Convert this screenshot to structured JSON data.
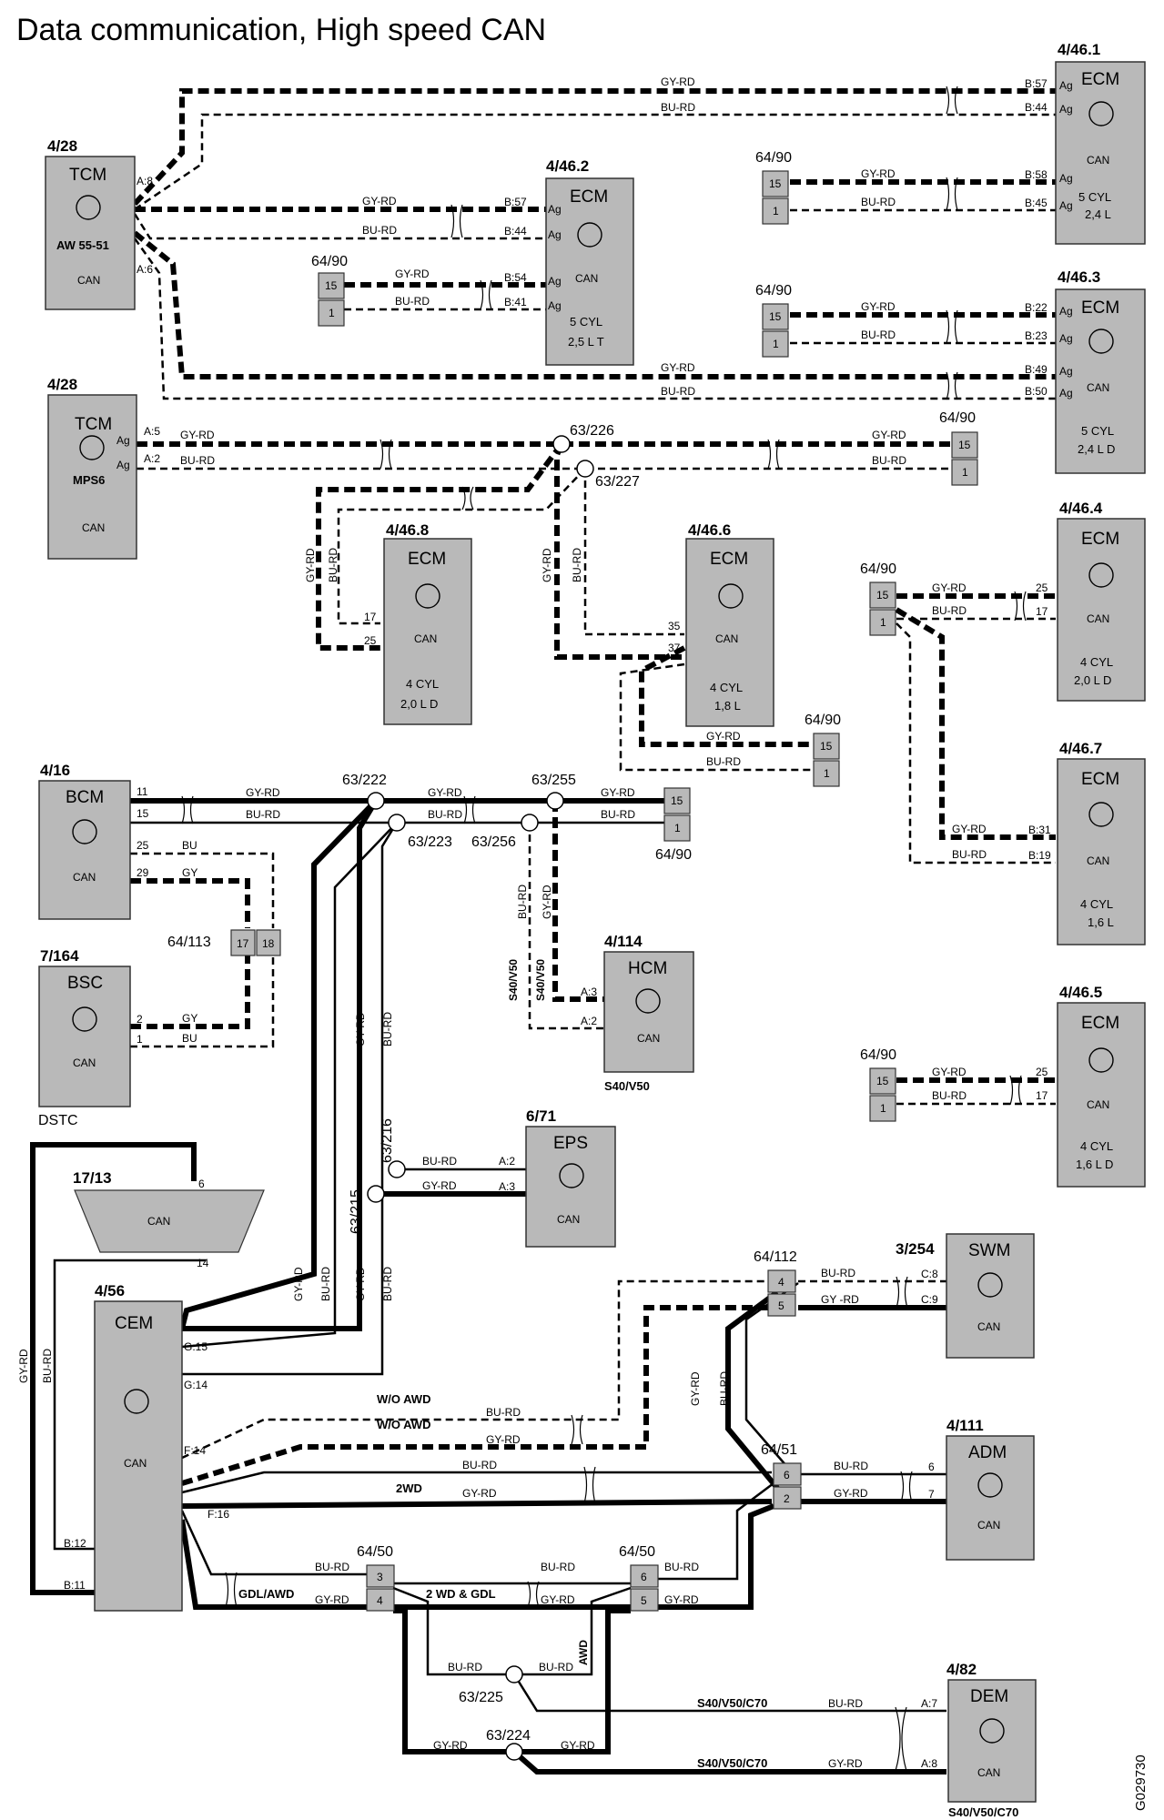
{
  "title": "Data communication, High speed CAN",
  "figure_id": "G029730",
  "can_label": "CAN",
  "ag": "Ag",
  "modules": {
    "ecm_4461": {
      "ref": "4/46.1",
      "name": "ECM",
      "l1": "5 CYL",
      "l2": "2,4 L"
    },
    "tcm_428a": {
      "ref": "4/28",
      "name": "TCM",
      "l1": "AW 55-51"
    },
    "ecm_4462": {
      "ref": "4/46.2",
      "name": "ECM",
      "l1": "5 CYL",
      "l2": "2,5 L T"
    },
    "ecm_4463": {
      "ref": "4/46.3",
      "name": "ECM",
      "l1": "5 CYL",
      "l2": "2,4 L D"
    },
    "tcm_428b": {
      "ref": "4/28",
      "name": "TCM",
      "l1": "MPS6"
    },
    "ecm_4468": {
      "ref": "4/46.8",
      "name": "ECM",
      "l1": "4 CYL",
      "l2": "2,0 L D"
    },
    "ecm_4466": {
      "ref": "4/46.6",
      "name": "ECM",
      "l1": "4 CYL",
      "l2": "1,8 L"
    },
    "ecm_4464": {
      "ref": "4/46.4",
      "name": "ECM",
      "l1": "4 CYL",
      "l2": "2,0 L D"
    },
    "ecm_4467": {
      "ref": "4/46.7",
      "name": "ECM",
      "l1": "4 CYL",
      "l2": "1,6 L"
    },
    "ecm_4465": {
      "ref": "4/46.5",
      "name": "ECM",
      "l1": "4 CYL",
      "l2": "1,6 L D"
    },
    "bcm": {
      "ref": "4/16",
      "name": "BCM"
    },
    "bsc": {
      "ref": "7/164",
      "name": "BSC",
      "l1": "DSTC"
    },
    "hcm": {
      "ref": "4/114",
      "name": "HCM",
      "l1": "S40/V50"
    },
    "eps": {
      "ref": "6/71",
      "name": "EPS"
    },
    "dlc": {
      "ref": "17/13"
    },
    "cem": {
      "ref": "4/56",
      "name": "CEM"
    },
    "swm": {
      "ref": "3/254",
      "name": "SWM"
    },
    "adm": {
      "ref": "4/111",
      "name": "ADM"
    },
    "dem": {
      "ref": "4/82",
      "name": "DEM",
      "l1": "S40/V50/C70"
    }
  },
  "connectors": {
    "c6490": "64/90",
    "c64113": "64/113",
    "c64112": "64/112",
    "c6451": "64/51",
    "c6450": "64/50"
  },
  "splices": {
    "s226": "63/226",
    "s227": "63/227",
    "s222": "63/222",
    "s223": "63/223",
    "s255": "63/255",
    "s256": "63/256",
    "s216": "63/216",
    "s215": "63/215",
    "s225": "63/225",
    "s224": "63/224"
  },
  "wires": {
    "gyrd": "GY-RD",
    "burd": "BU-RD",
    "bu": "BU",
    "gy": "GY",
    "gy_rd_sp": "GY  -RD"
  },
  "pins": {
    "b57": "B:57",
    "b44": "B:44",
    "b58": "B:58",
    "b45": "B:45",
    "b54": "B:54",
    "b41": "B:41",
    "b22": "B:22",
    "b23": "B:23",
    "b49": "B:49",
    "b50": "B:50",
    "b31": "B:31",
    "b19": "B:19",
    "a8": "A:8",
    "a6": "A:6",
    "a5": "A:5",
    "a2": "A:2",
    "a3": "A:3",
    "a7": "A:7",
    "c8": "C:8",
    "c9": "C:9",
    "g15": "G:15",
    "g14": "G:14",
    "f14": "F:14",
    "f16": "F:16",
    "b12": "B:12",
    "b11": "B:11",
    "n15": "15",
    "n1": "1",
    "n17": "17",
    "n25": "25",
    "n35": "35",
    "n37": "37",
    "n11": "11",
    "n29": "29",
    "n18": "18",
    "n2": "2",
    "n4": "4",
    "n5": "5",
    "n6": "6",
    "n7": "7",
    "n3": "3",
    "n14": "14"
  },
  "notes": {
    "wo_awd": "W/O AWD",
    "twowd": "2WD",
    "gdl_awd": "GDL/AWD",
    "twowd_gdl": "2 WD & GDL",
    "awd": "AWD",
    "s40v50": "S40/V50",
    "s40v50c70": "S40/V50/C70"
  }
}
